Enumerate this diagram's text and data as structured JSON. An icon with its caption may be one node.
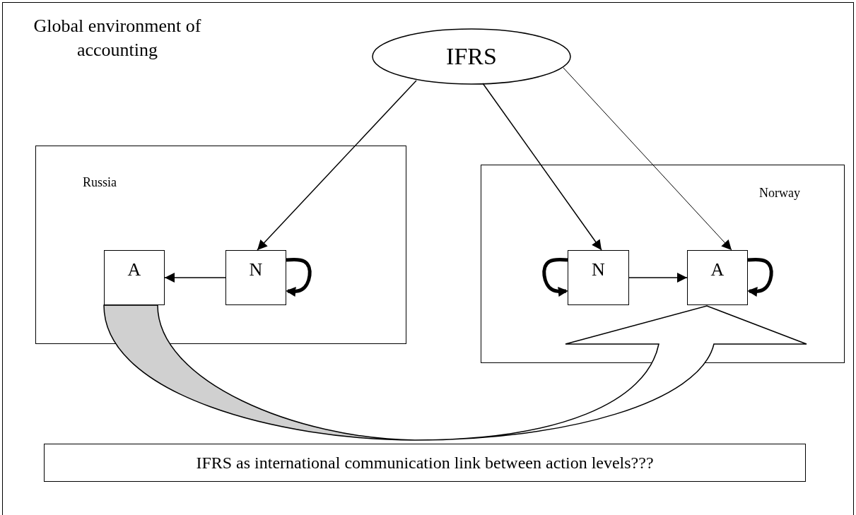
{
  "diagram": {
    "nodes": [
      {
        "text": [
          "Global environment of accounting"
        ]
      },
      {
        "text": [
          "IFRS"
        ],
        "in": 0
      },
      {
        "text": [
          "Russia"
        ],
        "in": 0
      },
      {
        "text": [
          "A"
        ],
        "in": 2
      },
      {
        "text": [
          "N"
        ],
        "in": 2
      },
      {
        "text": [
          "Norway"
        ],
        "in": 0
      },
      {
        "text": [
          "N"
        ],
        "in": 5
      },
      {
        "text": [
          "A"
        ],
        "in": 5
      },
      {
        "text": [
          "IFRS as international communication link between action levels???"
        ],
        "in": 0
      }
    ],
    "edges": [
      {
        "from": 1,
        "to": 4,
        "arrow": "to"
      },
      {
        "from": 1,
        "to": 6,
        "arrow": "to"
      },
      {
        "from": 1,
        "to": 7,
        "arrow": "to"
      },
      {
        "from": 4,
        "to": 3,
        "arrow": "to"
      },
      {
        "from": 4,
        "to": 4,
        "arrow": "to",
        "style": "thick"
      },
      {
        "from": 6,
        "to": 6,
        "arrow": "to",
        "style": "thick"
      },
      {
        "from": 6,
        "to": 7,
        "arrow": "to"
      },
      {
        "from": 7,
        "to": 7,
        "arrow": "to",
        "style": "thick"
      },
      {
        "from": 3,
        "to": 7,
        "arrow": "to",
        "style": "thick"
      }
    ]
  }
}
